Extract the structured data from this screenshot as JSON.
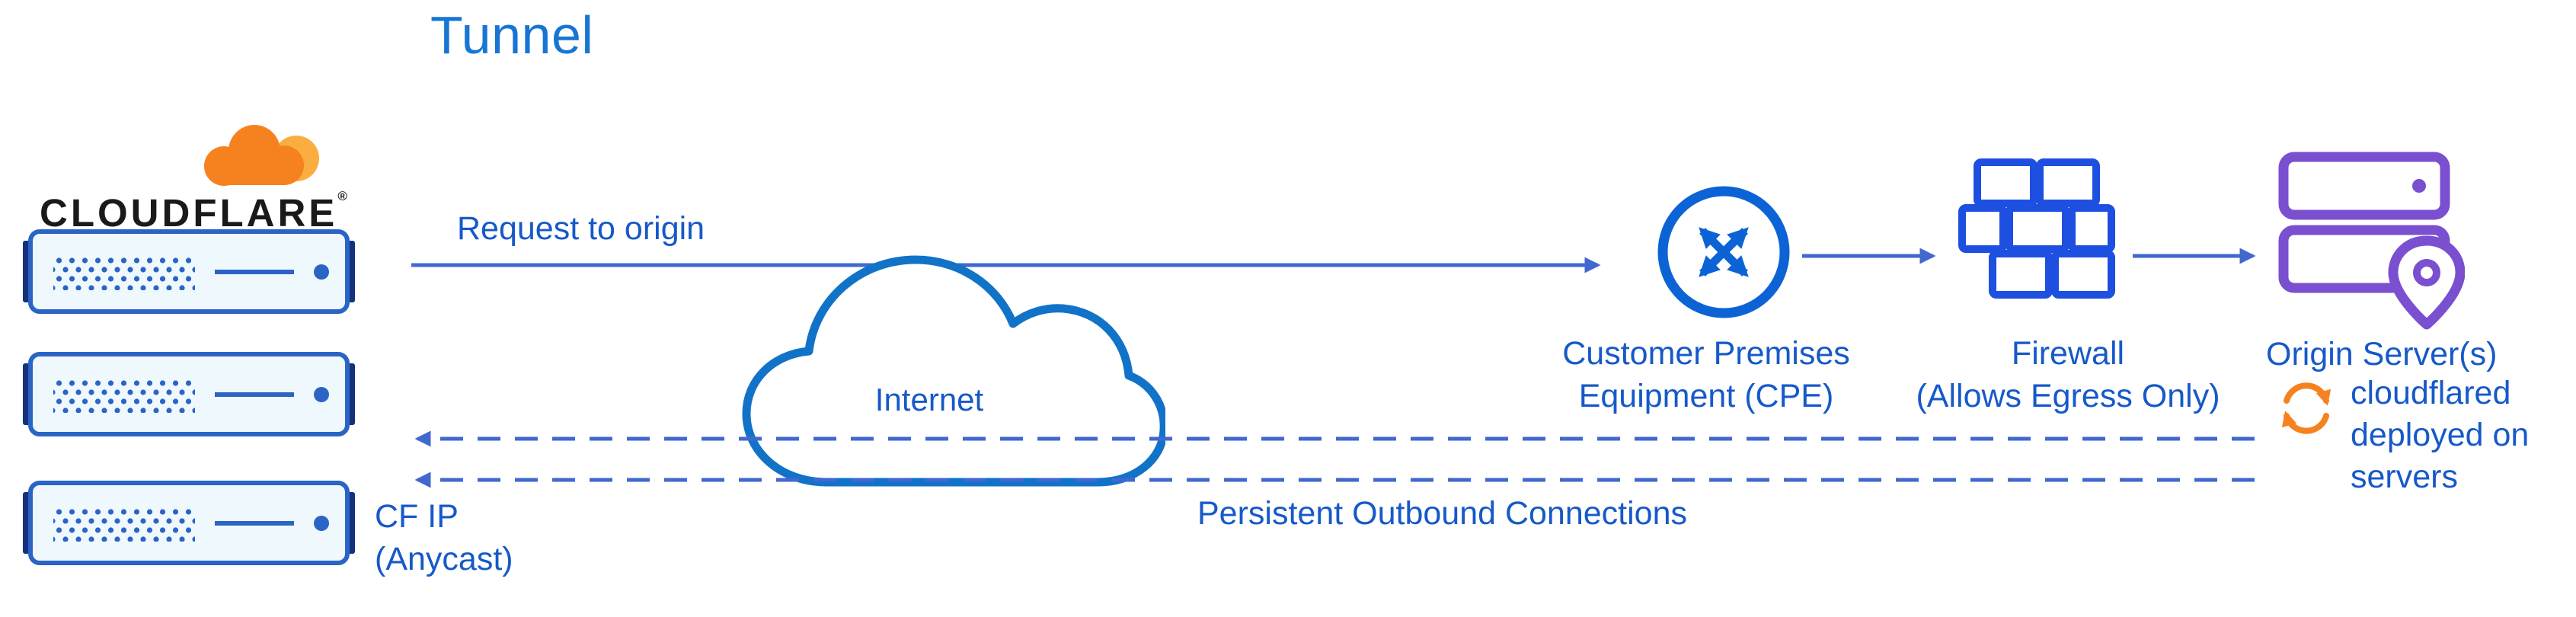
{
  "title": "Tunnel",
  "logo": {
    "brand": "CLOUDFLARE",
    "registered": "®"
  },
  "labels": {
    "request": "Request to origin",
    "internet": "Internet",
    "cf_ip_1": "CF IP",
    "cf_ip_2": "(Anycast)",
    "cpe_1": "Customer Premises",
    "cpe_2": "Equipment (CPE)",
    "firewall_1": "Firewall",
    "firewall_2": "(Allows Egress Only)",
    "origin": "Origin Server(s)",
    "cloudflared_1": "cloudflared",
    "cloudflared_2": "deployed on",
    "cloudflared_3": "servers",
    "persistent": "Persistent Outbound Connections"
  },
  "colors": {
    "title_blue": "#1775d3",
    "label_blue": "#1659c9",
    "line_blue": "#4168cf",
    "cloud_outline_blue": "#1173c8",
    "cpe_blue": "#0c63d6",
    "firewall_blue": "#1d4fe0",
    "origin_purple": "#7a4fd0",
    "cloudflare_orange": "#f6821f",
    "cloudflare_orange_light": "#fbad41",
    "server_navy": "#15317c",
    "server_blue": "#2a64c5",
    "server_fill": "#eff8fd"
  }
}
